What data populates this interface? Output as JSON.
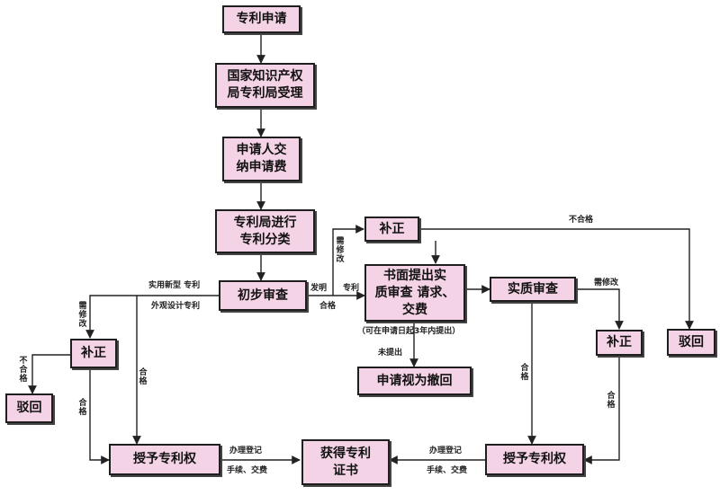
{
  "nodes": {
    "apply": "专利申请",
    "accept": "国家知识产权\n局专利局受理",
    "fee": "申请人交\n纳申请费",
    "classify": "专利局进行\n专利分类",
    "prelim": "初步审查",
    "amend_left": "补正",
    "reject_left": "驳回",
    "grant_left": "授予专利权",
    "certificate": "获得专利\n证书",
    "amend_top": "补正",
    "written_request": "书面提出实\n质审查 请求、\n交费",
    "withdrawn": "申请视为撤回",
    "substantive": "实质审查",
    "amend_right": "补正",
    "reject_right": "驳回",
    "grant_right": "授予专利权"
  },
  "labels": {
    "utility_design": "实用新型 专利",
    "design_patent": "外观设计专利",
    "invention": "发明",
    "patent": "专利",
    "qualified_mid": "合格",
    "needs_amend_left": "需修改",
    "needs_amend_top": "需修改",
    "unqualified_left": "不合格",
    "qualified_left_a": "合格",
    "qualified_left_b": "合格",
    "within_3yrs": "（可在申请日起3年内提出）",
    "not_submitted": "未提出",
    "unqualified_top": "不合格",
    "needs_amend_right": "需修改",
    "qualified_right_a": "合格",
    "qualified_right_b": "合格",
    "register_left": "办理登记",
    "procedures_left": "手续、交费",
    "register_right": "办理登记",
    "procedures_right": "手续、交费"
  }
}
